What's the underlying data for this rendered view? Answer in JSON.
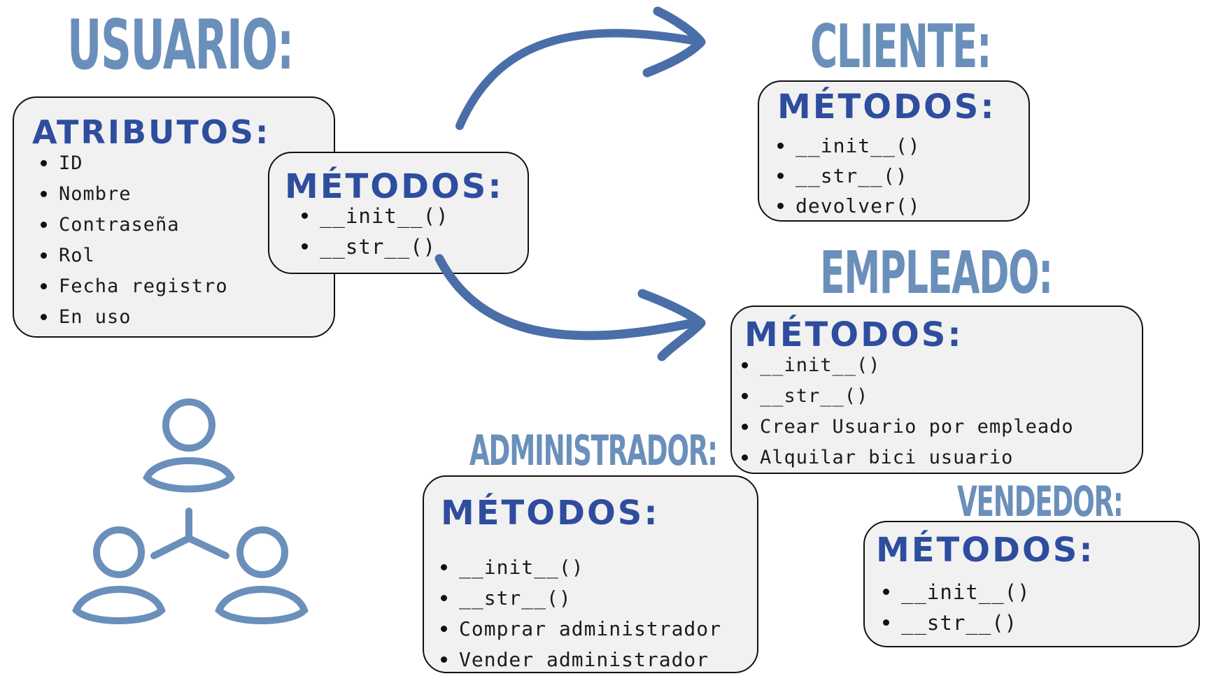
{
  "usuario": {
    "title": "USUARIO:",
    "atributos_heading": "ATRIBUTOS:",
    "atributos": [
      "ID",
      "Nombre",
      "Contraseña",
      "Rol",
      "Fecha registro",
      "En uso"
    ],
    "metodos_heading": "MÉTODOS:",
    "metodos": [
      "__init__()",
      "__str__()"
    ]
  },
  "cliente": {
    "title": "CLIENTE:",
    "metodos_heading": "MÉTODOS:",
    "metodos": [
      "__init__()",
      "__str__()",
      "devolver()"
    ]
  },
  "empleado": {
    "title": "EMPLEADO:",
    "metodos_heading": "MÉTODOS:",
    "metodos": [
      "__init__()",
      "__str__()",
      "Crear Usuario por empleado",
      "Alquilar bici usuario"
    ]
  },
  "administrador": {
    "title": "ADMINISTRADOR:",
    "metodos_heading": "MÉTODOS:",
    "metodos": [
      "__init__()",
      "__str__()",
      "Comprar administrador",
      "Vender administrador"
    ]
  },
  "vendedor": {
    "title": "VENDEDOR:",
    "metodos_heading": "MÉTODOS:",
    "metodos": [
      "__init__()",
      "__str__()"
    ]
  },
  "icons": {
    "arrows": [
      "curved-arrow-to-cliente-icon",
      "curved-arrow-to-empleado-icon"
    ],
    "group": "user-group-icon"
  },
  "colors": {
    "title": "#6a8fba",
    "heading": "#2e4d9e",
    "arrow": "#4a6ea8",
    "box_fill": "#f1f1f1",
    "icon": "#6a8fba"
  }
}
